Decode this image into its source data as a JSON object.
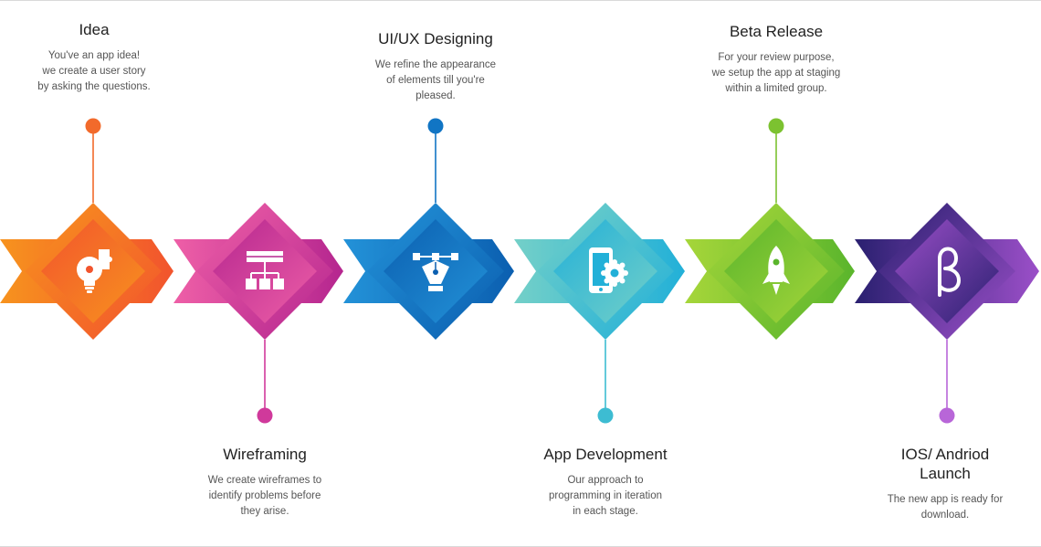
{
  "steps": [
    {
      "id": "idea",
      "title": "Idea",
      "description": "You've an app idea!\nwe create a user story\nby asking the questions.",
      "icon": "lightbulb-puzzle-icon",
      "colors": [
        "#f7931e",
        "#f2542d"
      ],
      "accent": "#f26a2b"
    },
    {
      "id": "wireframing",
      "title": "Wireframing",
      "description": "We create wireframes to\nidentify problems before\nthey arise.",
      "icon": "sitemap-icon",
      "colors": [
        "#ee5fa7",
        "#b5268f"
      ],
      "accent": "#d0399b"
    },
    {
      "id": "uiux",
      "title": "UI/UX Designing",
      "description": "We refine the appearance\nof elements till you're\npleased.",
      "icon": "pen-tool-icon",
      "colors": [
        "#2392d8",
        "#0b5fb0"
      ],
      "accent": "#1175c4"
    },
    {
      "id": "appdev",
      "title": "App Development",
      "description": "Our approach to\nprogramming in iteration\nin each stage.",
      "icon": "mobile-gear-icon",
      "colors": [
        "#74d0c8",
        "#22b0d8"
      ],
      "accent": "#3dbcd2"
    },
    {
      "id": "beta",
      "title": "Beta Release",
      "description": "For your review  purpose,\nwe setup the app at staging\nwithin a limited group.",
      "icon": "rocket-icon",
      "colors": [
        "#a6d63a",
        "#5ab52c"
      ],
      "accent": "#7cc230"
    },
    {
      "id": "launch",
      "title": "IOS/ Andriod\nLaunch",
      "description": "The new app is ready for\ndownload.",
      "icon": "beta-symbol-icon",
      "colors": [
        "#2a2070",
        "#9b4fc8"
      ],
      "accent": "#b866d8"
    }
  ]
}
